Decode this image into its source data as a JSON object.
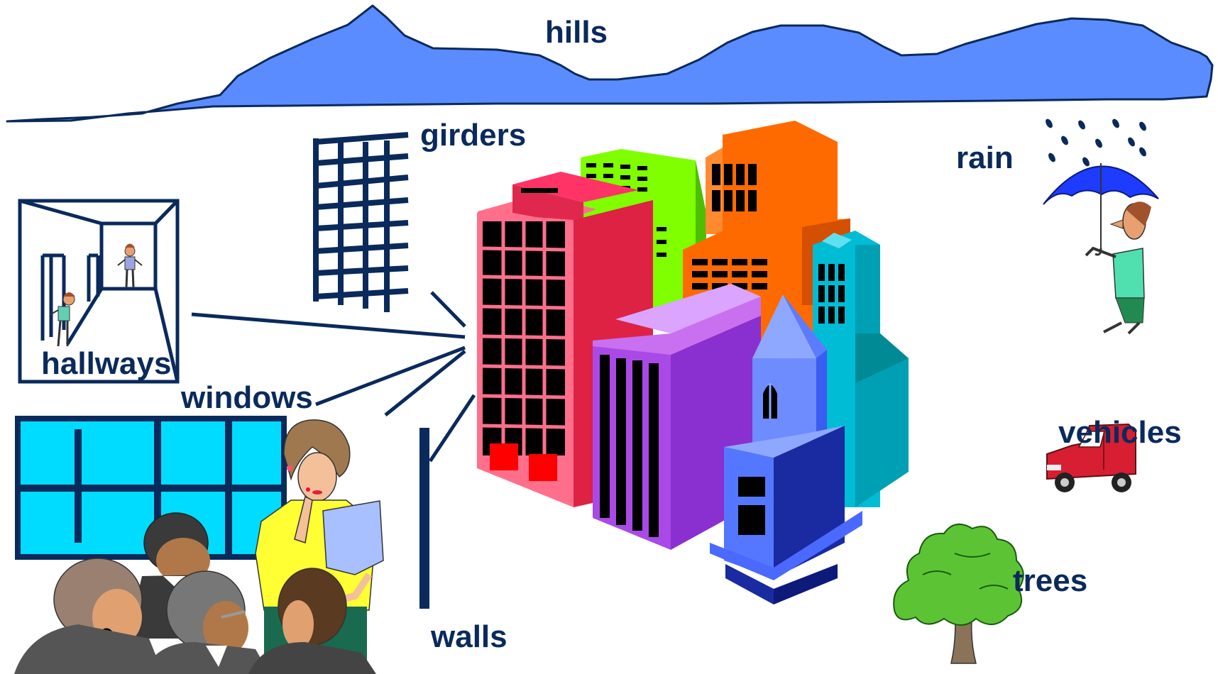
{
  "labels": {
    "hills": "hills",
    "girders": "girders",
    "rain": "rain",
    "hallways": "hallways",
    "windows": "windows",
    "vehicles": "vehicles",
    "trees": "trees",
    "walls": "walls"
  },
  "colors": {
    "label": "#0a2a5c",
    "hills_fill": "#5b8cff",
    "outline": "#0a2a5c",
    "window_pane": "#00dcff",
    "umbrella": "#1e3cff",
    "vehicle": "#d81e32",
    "tree": "#5cc434"
  },
  "icons": [
    "hills-illustration",
    "girder-icon",
    "rain-umbrella-man-icon",
    "hallway-icon",
    "window-grid-icon",
    "wall-icon",
    "city-buildings-illustration",
    "van-icon",
    "tree-icon",
    "meeting-people-illustration"
  ]
}
